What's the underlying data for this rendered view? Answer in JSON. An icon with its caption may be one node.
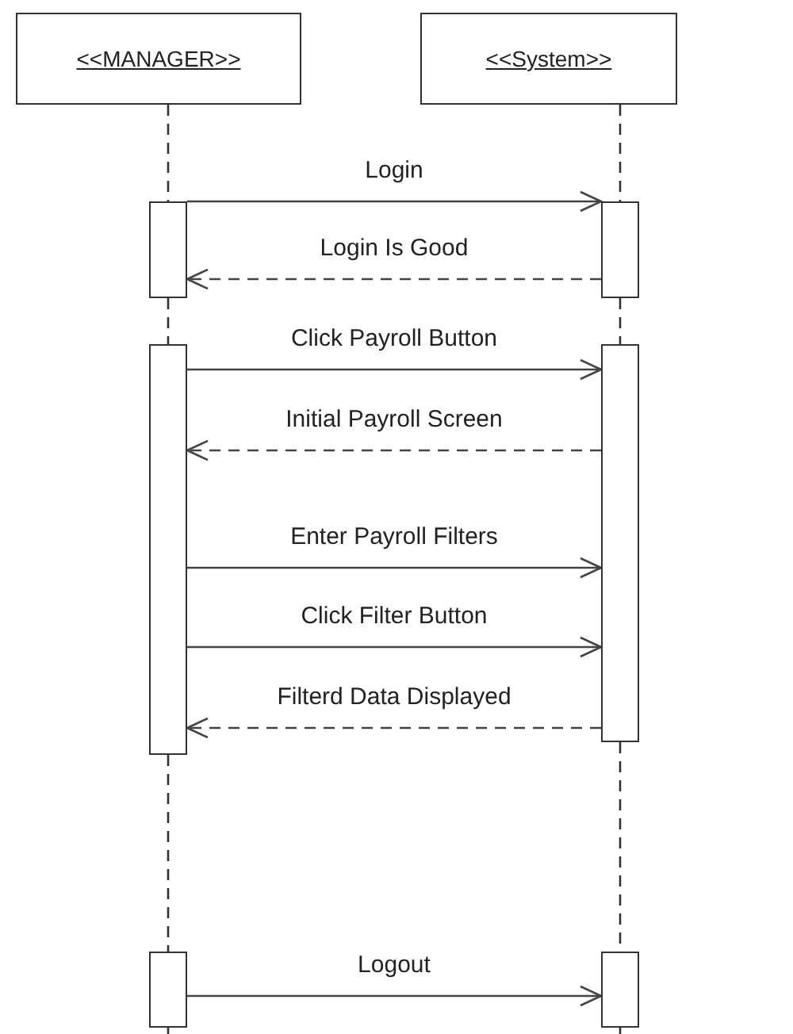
{
  "diagram": {
    "nodes": [
      {
        "text": [
          "<<MANAGER>>"
        ]
      },
      {
        "text": [
          "<<System>>"
        ]
      },
      {
        "text": [],
        "shape": "bar"
      },
      {
        "text": [],
        "shape": "bar"
      },
      {
        "text": [],
        "shape": "bar"
      },
      {
        "text": [],
        "shape": "bar"
      },
      {
        "text": [],
        "shape": "bar"
      },
      {
        "text": [],
        "shape": "bar"
      }
    ],
    "edges": [
      {
        "from": 2,
        "to": 3,
        "arrow": "to",
        "label": "Login"
      },
      {
        "from": 3,
        "to": 2,
        "arrow": "to",
        "label": "Login Is Good",
        "style": "dashed"
      },
      {
        "from": 4,
        "to": 5,
        "arrow": "to",
        "label": "Click Payroll Button"
      },
      {
        "from": 5,
        "to": 4,
        "arrow": "to",
        "label": "Initial Payroll Screen",
        "style": "dashed"
      },
      {
        "from": 4,
        "to": 5,
        "arrow": "to",
        "label": "Enter Payroll Filters"
      },
      {
        "from": 4,
        "to": 5,
        "arrow": "to",
        "label": "Click Filter Button"
      },
      {
        "from": 5,
        "to": 4,
        "arrow": "to",
        "label": "Filterd Data Displayed",
        "style": "dashed"
      },
      {
        "from": 6,
        "to": 7,
        "arrow": "to",
        "label": "Logout"
      },
      {
        "from": 0,
        "to": 2,
        "arrow": "none",
        "style": "dashed"
      },
      {
        "from": 2,
        "to": 4,
        "arrow": "none",
        "style": "dashed"
      },
      {
        "from": 4,
        "to": 6,
        "arrow": "none",
        "style": "dashed"
      },
      {
        "from": 6,
        "to": null,
        "arrow": "none",
        "style": "dashed"
      },
      {
        "from": 1,
        "to": 3,
        "arrow": "none",
        "style": "dashed"
      },
      {
        "from": 3,
        "to": 5,
        "arrow": "none",
        "style": "dashed"
      },
      {
        "from": 5,
        "to": 7,
        "arrow": "none",
        "style": "dashed"
      },
      {
        "from": 7,
        "to": null,
        "arrow": "none",
        "style": "dashed"
      }
    ]
  }
}
